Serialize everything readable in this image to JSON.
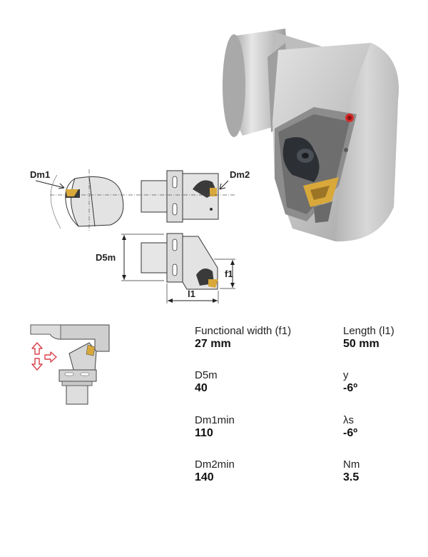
{
  "labels": {
    "dm1": "Dm1",
    "dm2": "Dm2",
    "d5m": "D5m",
    "f1": "f1",
    "l1": "l1"
  },
  "specs": [
    {
      "name": "Functional width (f1)",
      "value": "27 mm"
    },
    {
      "name": "Length (l1)",
      "value": "50 mm"
    },
    {
      "name": "D5m",
      "value": "40"
    },
    {
      "name": "y",
      "value": "-6º"
    },
    {
      "name": "Dm1min",
      "value": "110"
    },
    {
      "name": "λs",
      "value": "-6º"
    },
    {
      "name": "Dm2min",
      "value": "140"
    },
    {
      "name": "Nm",
      "value": "3.5"
    }
  ],
  "colors": {
    "insert_gold": "#d8a83a",
    "arrow_red": "#d9404a",
    "screw_red": "#d42a2a",
    "body_gray": "#c9c9c9"
  }
}
